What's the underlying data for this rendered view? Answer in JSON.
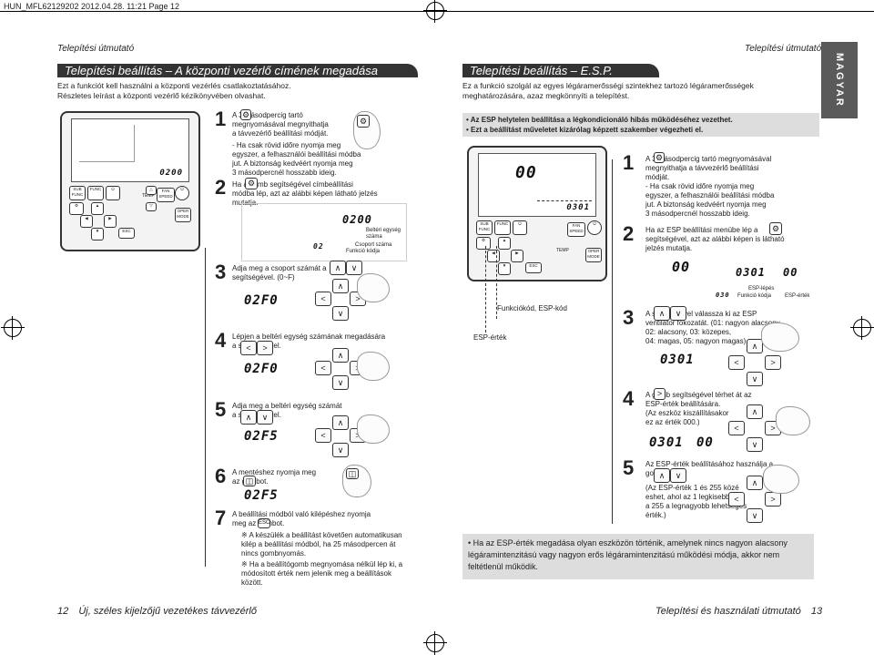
{
  "print_header": "HUN_MFL62129202  2012.04.28.  11:21  Page 12",
  "left": {
    "running_head": "Telepítési útmutató",
    "title": "Telepítési beállítás – A központi vezérlő címének megadása",
    "intro": [
      "Ezt a funkciót kell használni a központi vezérlés csatlakoztatásához.",
      "Részletes leírást a központi vezérlő kézikönyvében olvashat."
    ],
    "remote_lcd": "0200",
    "remote_buttons": {
      "sub_func": "SUB FUNC",
      "func": "FUNC",
      "temp": "TEMP",
      "fan_speed": "FAN SPEED",
      "oper_mode": "OPER MODE",
      "esc": "ESC"
    },
    "steps": [
      {
        "num": "1",
        "lines": [
          "A        3 másodpercig tartó",
          "megnyomásával megnyithatja",
          "a távvezérlő beállítási módját.",
          "",
          "- Ha csak rövid időre nyomja meg",
          "  egyszer, a felhasználói beállítási módba",
          "  jut. A biztonság kedvéért nyomja meg",
          "  3 másodpercnél hosszabb ideig."
        ]
      },
      {
        "num": "2",
        "lines": [
          "Ha a        gomb segítségével címbeállítási",
          "módba lép, azt az alábbi képen látható jelzés mutatja."
        ]
      },
      {
        "num": "3",
        "lines": [
          "Adja meg a csoport számát a",
          "segítségével. (0~F)"
        ]
      },
      {
        "num": "4",
        "lines": [
          "Lépjen a beltéri egység számának megadására",
          "a              segítségével."
        ]
      },
      {
        "num": "5",
        "lines": [
          "Adja meg a beltéri egység számát",
          "a              segítségével."
        ]
      },
      {
        "num": "6",
        "lines": [
          "A mentéshez nyomja meg",
          "az        gombot."
        ]
      },
      {
        "num": "7",
        "lines": [
          "A beállítási módból való kilépéshez nyomja",
          "meg az        gombot."
        ]
      }
    ],
    "step2_lcd_main": "0200",
    "step2_lcd_small": "02",
    "step2_labels": [
      "Beltéri egység száma",
      "Csoport száma",
      "Funkció kódja"
    ],
    "step3_lcd": "02F0",
    "step4_lcd": "02F0",
    "step5_lcd": "02F5",
    "step6_lcd": "02F5",
    "notes": [
      "※ A készülék a beállítást követően automatikusan kilép a beállítási módból, ha 25 másodpercen át nincs gombnyomás.",
      "※ Ha a beállítógomb megnyomása nélkül lép ki, a módosított érték nem jelenik meg a beállítások között."
    ],
    "footer_num": "12",
    "footer_text": "Új, széles kijelzőjű vezetékes távvezérlő"
  },
  "right": {
    "running_head": "Telepítési útmutató",
    "side_tab": "MAGYAR",
    "title": "Telepítési beállítás – E.S.P.",
    "intro": [
      "Ez a funkció szolgál az egyes légáramerősségi szintekhez tartozó légáramerősségek",
      "meghatározására, azaz megkönnyíti a telepítést."
    ],
    "bullets": [
      "• Az ESP helytelen beállítása a légkondicionáló hibás működéséhez vezethet.",
      "• Ezt a beállítást műveletet kizárólag képzett szakember végezheti el."
    ],
    "remote_lcd_big": "00",
    "remote_lcd_small": "0301",
    "labels": {
      "func_code": "Funkciókód, ESP-kód",
      "esp_value": "ESP-érték"
    },
    "steps": [
      {
        "num": "1",
        "lines": [
          "A        3 másodpercig tartó megnyomásával",
          "megnyithatja a távvezérlő beállítási",
          "módját.",
          "- Ha csak rövid időre nyomja meg",
          "  egyszer, a felhasználói beállítási módba",
          "  jut. A biztonság kedvéért nyomja meg",
          "  3 másodpercnél hosszabb ideig."
        ]
      },
      {
        "num": "2",
        "lines": [
          "Ha az ESP beállítási menübe lép a",
          "segítségével, azt az alábbi képen is látható",
          "jelzés mutatja."
        ]
      },
      {
        "num": "3",
        "lines": [
          "A              segítségével válassza ki az ESP",
          "ventilátor fokozatát. (01: nagyon alacsony,",
          "02: alacsony, 03: közepes,",
          "04: magas, 05: nagyon magas)"
        ]
      },
      {
        "num": "4",
        "lines": [
          "A        gomb segítségével térhet át az",
          "ESP-érték beállítására.",
          "(Az eszköz kiszállításakor",
          "ez az érték 000.)"
        ]
      },
      {
        "num": "5",
        "lines": [
          "Az ESP-érték beállításához használja a",
          "              gombot.",
          "",
          "(Az ESP-érték 1 és 255 közé",
          "eshet, ahol az 1 legkisebb,",
          "a 255 a legnagyobb lehetséges",
          "érték.)"
        ]
      }
    ],
    "step2_lcd_a": "00",
    "step2_lcd_b": "0301",
    "step2_lcd_c": "00",
    "step2_small": "030",
    "step2_labels": [
      "ESP-lépés",
      "Funkció kódja",
      "ESP-érték"
    ],
    "step3_lcd": "0301",
    "step4_lcd_a": "0301",
    "step4_lcd_b": "00",
    "final_note": [
      "• Ha az ESP-érték megadása olyan eszközön történik, amelynek nincs nagyon alacsony",
      "légáramintenzitású vagy nagyon erős légáramintenzitású működési módja, akkor nem",
      "feltétlenül működik."
    ],
    "footer_text": "Telepítési és használati útmutató",
    "footer_num": "13"
  }
}
